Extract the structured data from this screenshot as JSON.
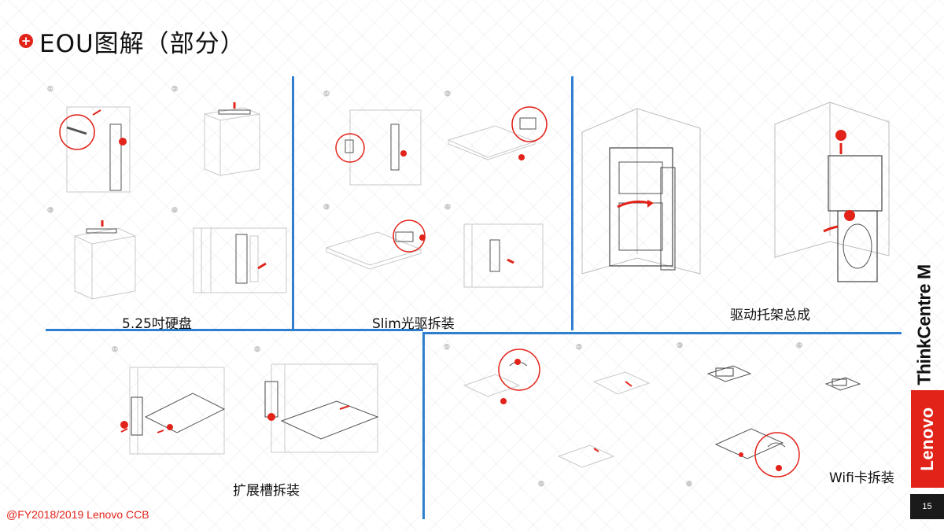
{
  "title": "EOU图解（部分）",
  "title_icon": "plus-icon",
  "colors": {
    "accent": "#e2231a",
    "divider": "#2f7fd0"
  },
  "sections": {
    "hdd": {
      "caption": "5.25吋硬盘",
      "steps": [
        "①",
        "②",
        "③",
        "④"
      ]
    },
    "slim": {
      "caption": "Slim光驱拆装",
      "steps": [
        "①",
        "②",
        "③",
        "④"
      ]
    },
    "bracket": {
      "caption": "驱动托架总成"
    },
    "slot": {
      "caption": "扩展槽拆装",
      "steps": [
        "①",
        "②"
      ]
    },
    "wifi": {
      "caption": "Wifi卡拆装",
      "steps": [
        "①",
        "②",
        "③",
        "④"
      ]
    }
  },
  "footer": "@FY2018/2019  Lenovo CCB",
  "page_number": "15",
  "brand": {
    "lenovo": "Lenovo",
    "thinkcentre": "ThinkCentre M"
  }
}
